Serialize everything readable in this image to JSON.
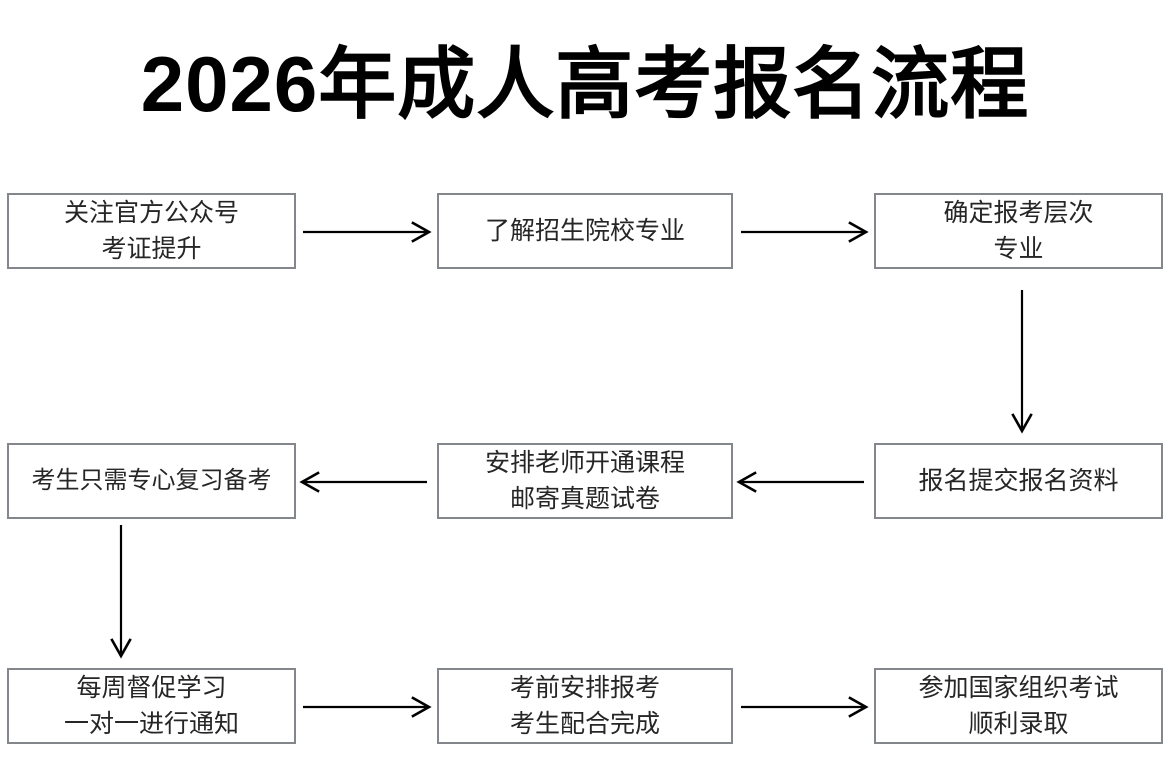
{
  "page": {
    "title": "2026年成人高考报名流程",
    "background_color": "#ffffff",
    "box_border_color": "#83878b",
    "arrow_color": "#000000",
    "text_color": "#262626"
  },
  "flowchart": {
    "type": "process-flow",
    "nodes": [
      {
        "id": "n1",
        "row": 1,
        "column": "left",
        "line1": "关注官方公众号",
        "line2": "考证提升"
      },
      {
        "id": "n2",
        "row": 1,
        "column": "center",
        "line1": "了解招生院校专业",
        "line2": ""
      },
      {
        "id": "n3",
        "row": 1,
        "column": "right",
        "line1": "确定报考层次",
        "line2": "专业"
      },
      {
        "id": "n4",
        "row": 2,
        "column": "left",
        "line1": "考生只需专心复习备考",
        "line2": ""
      },
      {
        "id": "n5",
        "row": 2,
        "column": "center",
        "line1": "安排老师开通课程",
        "line2": "邮寄真题试卷"
      },
      {
        "id": "n6",
        "row": 2,
        "column": "right",
        "line1": "报名提交报名资料",
        "line2": ""
      },
      {
        "id": "n7",
        "row": 3,
        "column": "left",
        "line1": "每周督促学习",
        "line2": "一对一进行通知"
      },
      {
        "id": "n8",
        "row": 3,
        "column": "center",
        "line1": "考前安排报考",
        "line2": "考生配合完成"
      },
      {
        "id": "n9",
        "row": 3,
        "column": "right",
        "line1": "参加国家组织考试",
        "line2": "顺利录取"
      }
    ],
    "connectors": [
      {
        "id": "c1",
        "from": "n1",
        "to": "n2",
        "direction": "right"
      },
      {
        "id": "c2",
        "from": "n2",
        "to": "n3",
        "direction": "right"
      },
      {
        "id": "c3",
        "from": "n3",
        "to": "n6",
        "direction": "down"
      },
      {
        "id": "c4",
        "from": "n6",
        "to": "n5",
        "direction": "left"
      },
      {
        "id": "c5",
        "from": "n5",
        "to": "n4",
        "direction": "left"
      },
      {
        "id": "c6",
        "from": "n4",
        "to": "n7",
        "direction": "down"
      },
      {
        "id": "c7",
        "from": "n7",
        "to": "n8",
        "direction": "right"
      },
      {
        "id": "c8",
        "from": "n8",
        "to": "n9",
        "direction": "right"
      }
    ]
  }
}
